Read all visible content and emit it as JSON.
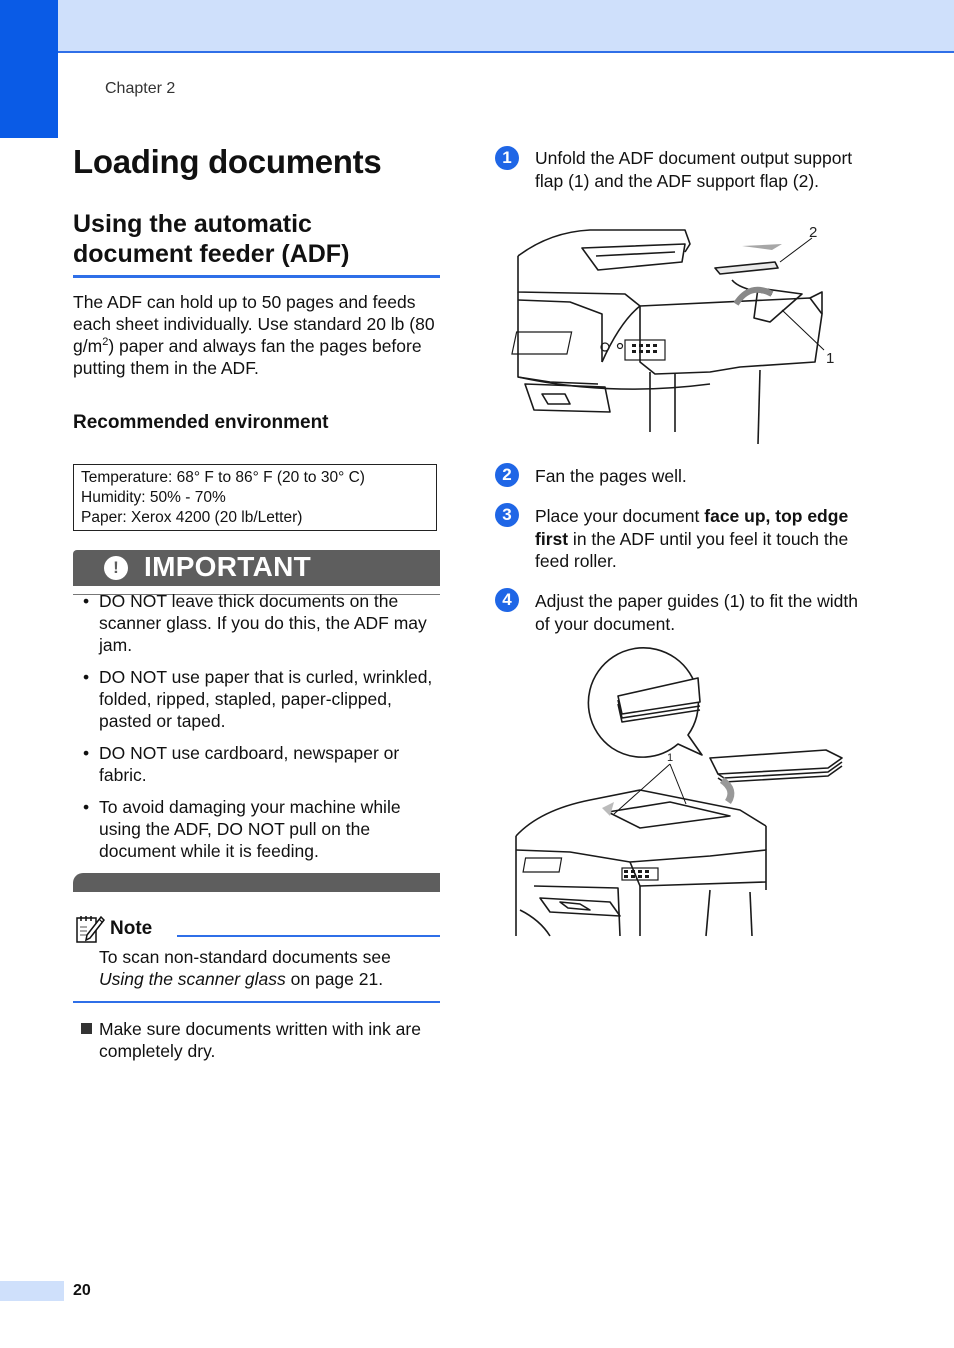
{
  "header": {
    "chapter": "Chapter 2"
  },
  "title": "Loading documents",
  "section": {
    "heading": "Using the automatic document feeder (ADF)",
    "intro_part1": "The ADF can hold up to 50 pages and feeds each sheet individually. Use standard 20 lb (80 g/m",
    "intro_sup": "2",
    "intro_part2": ") paper and always fan the pages before putting them in the ADF."
  },
  "environment": {
    "heading": "Recommended environment",
    "lines": [
      "Temperature: 68° F to 86° F (20 to 30° C)",
      "Humidity: 50% - 70%",
      "Paper: Xerox 4200 (20 lb/Letter)"
    ]
  },
  "important": {
    "title": "IMPORTANT",
    "icon_glyph": "!",
    "items": [
      "DO NOT leave thick documents on the scanner glass. If you do this, the ADF may jam.",
      "DO NOT use paper that is curled, wrinkled, folded, ripped, stapled, paper-clipped, pasted or taped.",
      "DO NOT use cardboard, newspaper or fabric.",
      "To avoid damaging your machine while using the ADF, DO NOT pull on the document while it is feeding."
    ]
  },
  "note": {
    "title": "Note",
    "text_before": "To scan non-standard documents see ",
    "link_italic": "Using the scanner glass",
    "text_after": " on page 21."
  },
  "final_item": "Make sure documents written with ink are completely dry.",
  "steps": [
    {
      "num": "1",
      "text": "Unfold the ADF document output support flap (1) and the ADF support flap (2)."
    },
    {
      "num": "2",
      "text": "Fan the pages well."
    },
    {
      "num": "3",
      "before": "Place your document ",
      "bold": "face up, top edge first",
      "after": " in the ADF until you feel it touch the feed roller."
    },
    {
      "num": "4",
      "text": "Adjust the paper guides (1) to fit the width of your document."
    }
  ],
  "figure1": {
    "callout_1": "1",
    "callout_2": "2"
  },
  "figure2": {
    "callout_1": "1"
  },
  "footer": {
    "page_number": "20"
  },
  "colors": {
    "accent_blue": "#0a5be6",
    "light_blue": "#cfe0fb",
    "important_gray": "#5e5e5e"
  }
}
